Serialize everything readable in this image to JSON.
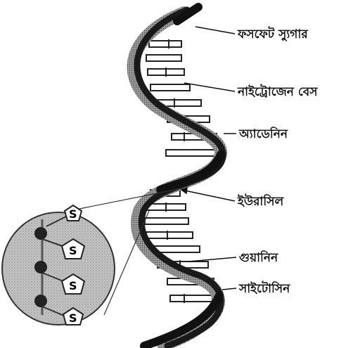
{
  "labels": {
    "phosphate_sugar": "ফসফেট স্যুগার",
    "nitrogen_base": "নাইট্রোজেন বেস",
    "adenine": "অ্যাডেনিন",
    "uracil": "ইউরাসিল",
    "guanine": "গুয়ানিন",
    "cytosine": "সাইটোসিন"
  },
  "inset": {
    "symbols": [
      "S",
      "S",
      "S",
      "S"
    ]
  },
  "colors": {
    "strand": "#1a1a1a",
    "strand_shade": "#7a7a7a",
    "inset_fill": "#b8b8b8",
    "phosphate": "#222222"
  }
}
